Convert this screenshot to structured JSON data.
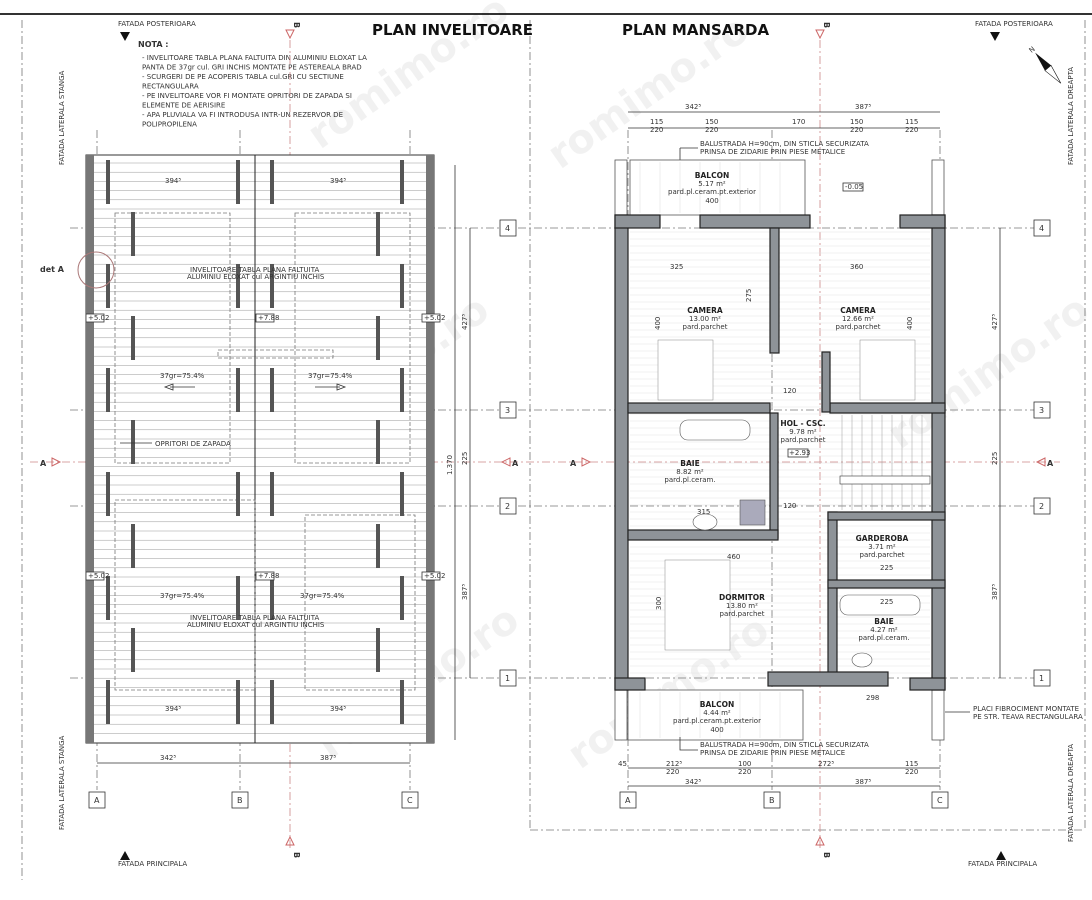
{
  "titles": {
    "roof_plan": "PLAN INVELITOARE",
    "attic_plan": "PLAN MANSARDA"
  },
  "facades": {
    "rear": "FATADA POSTERIOARA",
    "front": "FATADA PRINCIPALA",
    "left": "FATADA LATERALA STANGA",
    "right": "FATADA LATERALA DREAPTA"
  },
  "note": {
    "heading": "NOTA :",
    "lines": [
      "- INVELITOARE TABLA PLANA FALTUITA DIN ALUMINIU ELOXAT LA",
      "PANTA DE 37gr cul. GRI INCHIS MONTATE PE ASTEREALA BRAD",
      "- SCURGERI DE PE ACOPERIS TABLA cul.GRI CU SECTIUNE",
      "RECTANGULARA",
      "- PE INVELITOARE VOR FI MONTATE OPRITORI DE ZAPADA SI",
      "ELEMENTE DE AERISIRE",
      "- APA PLUVIALA VA FI INTRODUSA INTR-UN REZERVOR DE",
      "POLIPROPILENA"
    ]
  },
  "grid": {
    "rows": [
      "4",
      "3",
      "2",
      "1"
    ],
    "cols": [
      "A",
      "B",
      "C"
    ]
  },
  "section_marks": {
    "a": "A",
    "b": "B"
  },
  "detail_label": "det A",
  "watermark": "romimo.ro",
  "roof": {
    "covering_1": "INVELITOARE TABLA PLANA FALTUITA",
    "covering_2": "ALUMINIU ELOXAT cul ARGINTIU INCHIS",
    "slope": "37gr=75.4%",
    "snow_guards": "OPRITORI DE ZAPADA",
    "levels": [
      "+5.02",
      "+7.88",
      "+5.02"
    ],
    "dims_top": [
      "394⁵",
      "394⁵"
    ],
    "dims_bottom": [
      "342⁵",
      "387⁵"
    ],
    "dims_vertical": [
      "427⁵",
      "1.370",
      "225",
      "387⁵"
    ]
  },
  "attic": {
    "dims_top_total": [
      "342⁵",
      "387⁵"
    ],
    "dims_top_chain": [
      [
        "115",
        "220"
      ],
      [
        "150",
        "220"
      ],
      [
        "170",
        ""
      ],
      [
        "150",
        "220"
      ],
      [
        "115",
        "220"
      ]
    ],
    "dims_bottom_chain": [
      [
        "45",
        ""
      ],
      [
        "212⁵",
        "220"
      ],
      [
        "100",
        "220"
      ],
      [
        "272⁵",
        ""
      ],
      [
        "115",
        "220"
      ]
    ],
    "dims_bottom_total": [
      "342⁵",
      "387⁵"
    ],
    "dims_vertical": [
      "427⁵",
      "225",
      "387⁵"
    ],
    "balustrade_1": "BALUSTRADA H=90cm, DIN STICLA SECURIZATA",
    "balustrade_2": "PRINSA DE ZIDARIE PRIN PIESE METALICE",
    "cladding_1": "PLACI FIBROCIMENT MONTATE",
    "cladding_2": "PE STR. TEAVA RECTANGULARA",
    "level_balcony": "-0.05",
    "level_hall": "+2.93",
    "rooms": [
      {
        "name": "BALCON",
        "area": "5.17 m²",
        "floor": "pard.pl.ceram.pt.exterior",
        "dim": "400"
      },
      {
        "name": "CAMERA",
        "area": "13.00 m²",
        "floor": "pard.parchet"
      },
      {
        "name": "CAMERA",
        "area": "12.66 m²",
        "floor": "pard.parchet"
      },
      {
        "name": "HOL - CSC.",
        "area": "9.78 m²",
        "floor": "pard.parchet"
      },
      {
        "name": "BAIE",
        "area": "8.82 m²",
        "floor": "pard.pl.ceram."
      },
      {
        "name": "GARDEROBA",
        "area": "3.71 m²",
        "floor": "pard.parchet"
      },
      {
        "name": "DORMITOR",
        "area": "13.80 m²",
        "floor": "pard.parchet"
      },
      {
        "name": "BAIE",
        "area": "4.27 m²",
        "floor": "pard.pl.ceram."
      },
      {
        "name": "BALCON",
        "area": "4.44 m²",
        "floor": "pard.pl.ceram.pt.exterior",
        "dim": "400"
      }
    ],
    "inner_dims": [
      "325",
      "360",
      "275",
      "400",
      "400",
      "120",
      "460",
      "300",
      "225",
      "225",
      "315",
      "298",
      "120"
    ]
  }
}
